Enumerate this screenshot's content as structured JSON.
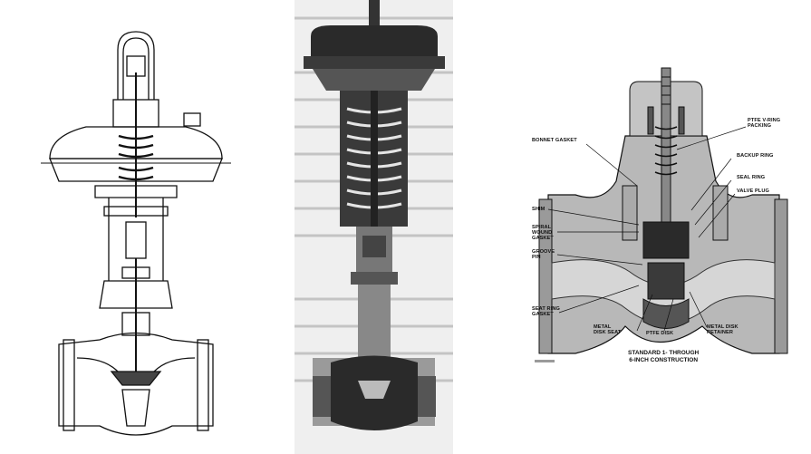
{
  "labels": {
    "bonnet_gasket": "BONNET GASKET",
    "ptfe_v_ring_packing": "PTFE V-RING\nPACKING",
    "backup_ring": "BACKUP RING",
    "seal_ring": "SEAL RING",
    "valve_plug": "VALVE PLUG",
    "shim": "SHIM",
    "spiral_wound_gasket": "SPIRAL\nWOUND\nGASKET",
    "groove_pin": "GROOVE\nPIN",
    "seat_ring_gasket": "SEAT RING\nGASKET",
    "metal_disk_seat": "METAL\nDISK SEAT",
    "ptfe_disk": "PTFE DISK",
    "metal_disk_retainer": "METAL DISK\nRETAINER"
  },
  "caption": "STANDARD 1- THROUGH\n6-INCH CONSTRUCTION",
  "colors": {
    "ink": "#111111",
    "panel_gray": "#8a8a8a",
    "dark_fill": "#2a2a2a",
    "body_shade": "#b8b8b8",
    "legend_bar": "#9a9a9a"
  }
}
